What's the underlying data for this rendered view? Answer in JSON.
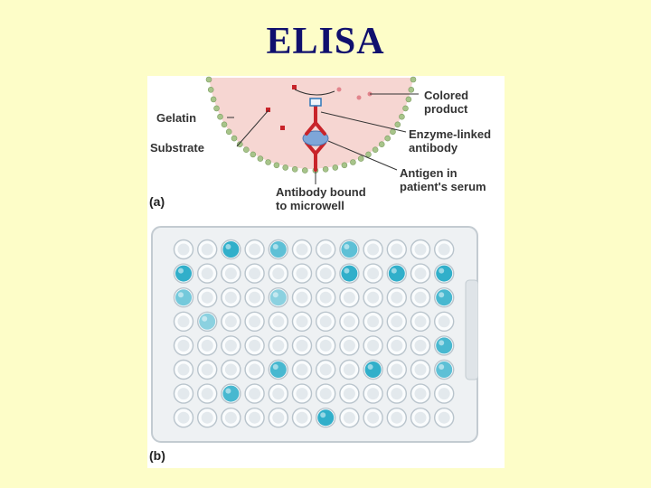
{
  "title": "ELISA",
  "panel_a": {
    "label": "(a)",
    "labels": {
      "gelatin": "Gelatin",
      "substrate": "Substrate",
      "colored_product": "Colored\nproduct",
      "enzyme_linked_antibody": "Enzyme-linked\nantibody",
      "antigen": "Antigen in\npatient's serum",
      "bound_antibody": "Antibody bound\nto microwell"
    }
  },
  "panel_b": {
    "label": "(b)",
    "rows": 8,
    "cols": 12,
    "positive_wells": [
      {
        "row": 0,
        "col": 2,
        "level": 0.9
      },
      {
        "row": 0,
        "col": 4,
        "level": 0.7
      },
      {
        "row": 0,
        "col": 7,
        "level": 0.7
      },
      {
        "row": 1,
        "col": 0,
        "level": 0.9
      },
      {
        "row": 1,
        "col": 7,
        "level": 0.9
      },
      {
        "row": 1,
        "col": 9,
        "level": 0.9
      },
      {
        "row": 1,
        "col": 11,
        "level": 0.9
      },
      {
        "row": 2,
        "col": 0,
        "level": 0.6
      },
      {
        "row": 2,
        "col": 4,
        "level": 0.5
      },
      {
        "row": 2,
        "col": 11,
        "level": 0.8
      },
      {
        "row": 3,
        "col": 1,
        "level": 0.5
      },
      {
        "row": 4,
        "col": 11,
        "level": 0.8
      },
      {
        "row": 5,
        "col": 4,
        "level": 0.8
      },
      {
        "row": 5,
        "col": 8,
        "level": 0.9
      },
      {
        "row": 5,
        "col": 11,
        "level": 0.7
      },
      {
        "row": 6,
        "col": 2,
        "level": 0.8
      },
      {
        "row": 7,
        "col": 6,
        "level": 0.9
      }
    ]
  },
  "colors": {
    "title": "#10106e",
    "background": "#fdfdc8",
    "antibody": "#c8242a",
    "well_fill": "#f6d6d2",
    "gelatin_bead": "#a7c48a",
    "antigen": "#7ea6d8",
    "positive_well": "#1ba6c4"
  },
  "icons": {
    "enzyme": "enzyme-icon",
    "antigen": "antigen-icon",
    "substrate": "substrate-icon"
  }
}
